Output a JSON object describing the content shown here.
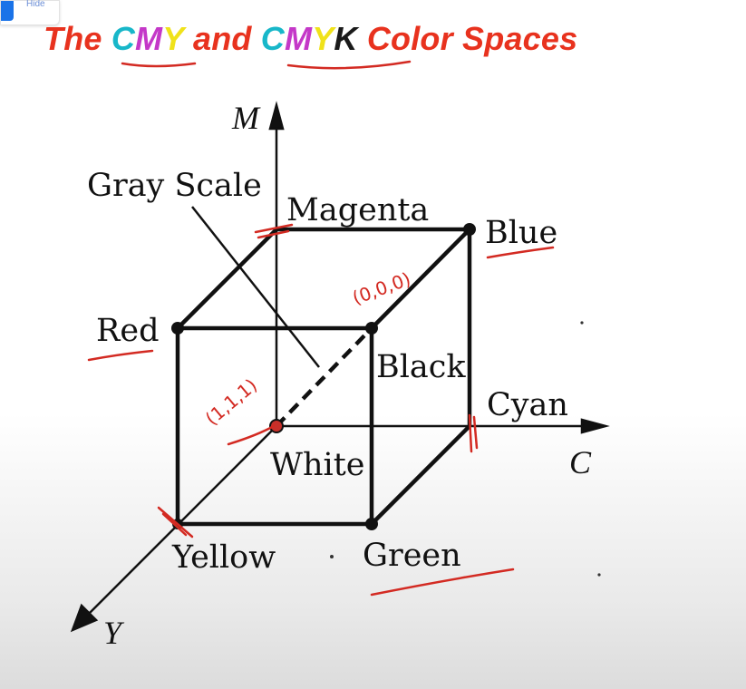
{
  "overlay": {
    "hide_label": "Hide"
  },
  "title": {
    "part1": "The ",
    "cmy1": [
      "C",
      "M",
      "Y"
    ],
    "part2": " and ",
    "cmyk": [
      "C",
      "M",
      "Y",
      "K"
    ],
    "part3": " Color Spaces"
  },
  "diagram": {
    "axis_labels": {
      "m": "M",
      "c": "C",
      "y": "Y"
    },
    "vertex_labels": {
      "gray_scale": "Gray Scale",
      "magenta": "Magenta",
      "blue": "Blue",
      "red": "Red",
      "black": "Black",
      "cyan": "Cyan",
      "white": "White",
      "yellow": "Yellow",
      "green": "Green"
    },
    "annotations": {
      "black_coord": "(0,0,0)",
      "white_coord": "(1,1,1)"
    },
    "colors": {
      "ink": "#111111",
      "annotation": "#d32a22"
    }
  }
}
